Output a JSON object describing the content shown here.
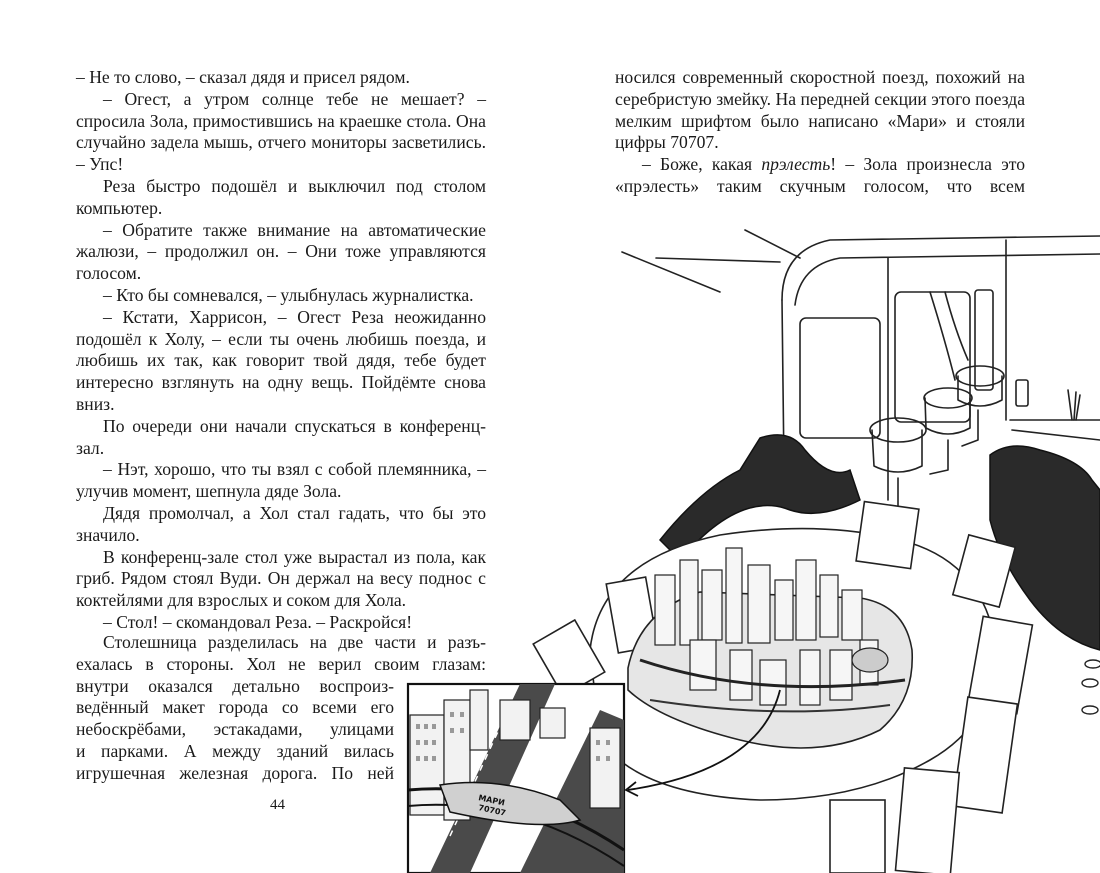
{
  "left_page": {
    "paragraphs": [
      "– Не то слово, – сказал дядя и присел рядом.",
      "– Огест, а утром солнце тебе не мешает? – спросила Зола, примостившись на краешке стола. Она случайно задела мышь, отчего мониторы засветились. – Упс!",
      "Реза быстро подошёл и выключил под столом компьютер.",
      "– Обратите также внимание на автоматические жалюзи, – продолжил он. – Они тоже управляются голосом.",
      "– Кто бы сомневался, – улыбнулась журналистка.",
      "– Кстати, Харрисон, – Огест Реза неожиданно подошёл к Холу, – если ты очень любишь поезда, и любишь их так, как говорит твой дядя, тебе будет интересно взглянуть на одну вещь. Пойдёмте снова вниз.",
      "По очереди они начали спускаться в конференц-зал.",
      "– Нэт, хорошо, что ты взял с собой племянника, – улучив момент, шепнула дяде Зола.",
      "Дядя промолчал, а Хол стал гадать, что бы это значило.",
      "В конференц-зале стол уже вырастал из пола, как гриб. Рядом стоял Вуди. Он держал на весу поднос с коктейлями для взрослых и соком для Хола.",
      "– Стол! – скомандовал Реза. – Раскройся!"
    ],
    "page_number": "44"
  },
  "right_page": {
    "line1": "носился современный скоростной поезд, похожий на серебристую змейку. На передней секции этого поезда мелким шрифтом было написано «Мари» и стояли цифры 70707.",
    "p2_start": "– Боже, какая ",
    "p2_em": "прэлесть",
    "p2_end": "! – Зола произнесла это «прэлесть» таким скучным голосом, что всем"
  },
  "bottom_lines": [
    "Столешница разделилась на две части и разъ-",
    "ехалась в стороны. Хол не верил своим глазам:",
    "внутри оказался детально воспроиз-",
    "ведённый макет города со всеми его",
    "небоскрёбами, эстакадами, улицами",
    "и парками. А между зданий вилась",
    "игрушечная железная дорога. По ней"
  ],
  "illustration": {
    "train_label_1": "МАРИ",
    "train_label_2": "70707"
  }
}
